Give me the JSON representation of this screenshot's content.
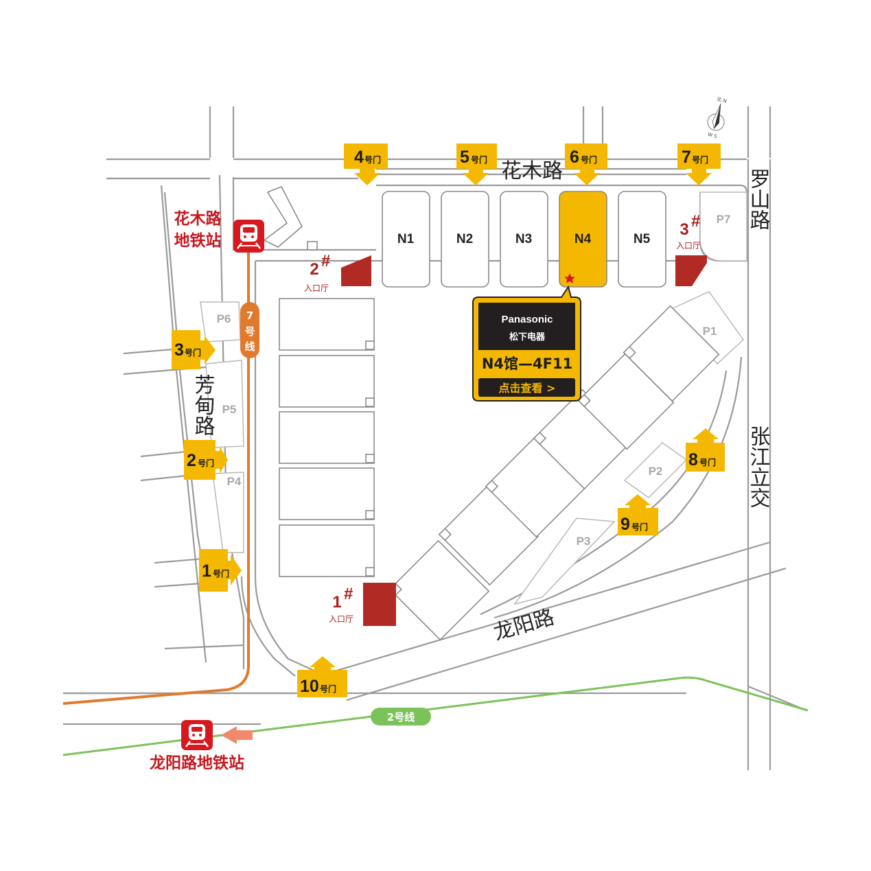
{
  "roads": {
    "huamu": "花木路",
    "luoshan": "罗山路",
    "fangdian": "芳甸路",
    "zhangjiang": "张江立交",
    "longyang": "龙阳路"
  },
  "halls_north": [
    "N1",
    "N2",
    "N3",
    "N4",
    "N5"
  ],
  "highlight_hall": "N4",
  "parking": [
    "P1",
    "P2",
    "P3",
    "P4",
    "P5",
    "P6",
    "P7"
  ],
  "gates": [
    {
      "num": "1",
      "suffix": "号门"
    },
    {
      "num": "2",
      "suffix": "号门"
    },
    {
      "num": "3",
      "suffix": "号门"
    },
    {
      "num": "4",
      "suffix": "号门"
    },
    {
      "num": "5",
      "suffix": "号门"
    },
    {
      "num": "6",
      "suffix": "号门"
    },
    {
      "num": "7",
      "suffix": "号门"
    },
    {
      "num": "8",
      "suffix": "号门"
    },
    {
      "num": "9",
      "suffix": "号门"
    },
    {
      "num": "10",
      "suffix": "号门"
    }
  ],
  "entrances": [
    {
      "num": "1",
      "mark": "#",
      "label": "入口厅"
    },
    {
      "num": "2",
      "mark": "#",
      "label": "入口厅"
    },
    {
      "num": "3",
      "mark": "#",
      "label": "入口厅"
    }
  ],
  "stations": {
    "huamu_line1": "花木路",
    "huamu_line2": "地铁站",
    "longyang": "龙阳路地铁站"
  },
  "metro_lines": {
    "line7_a": "7",
    "line7_b": "号",
    "line7_c": "线",
    "line2": "2号线"
  },
  "info_box": {
    "brand": "Panasonic",
    "brand_cn": "松下电器",
    "booth": "N4馆—4F11",
    "cta": "点击查看 >"
  },
  "compass": {
    "north": "北 N",
    "south": "W S"
  },
  "colors": {
    "gate": "#f5b800",
    "entrance": "#b22a24",
    "station": "#d7191f",
    "line7": "#e07a2c",
    "line2": "#7cc25a",
    "info_bg": "#231f20"
  }
}
